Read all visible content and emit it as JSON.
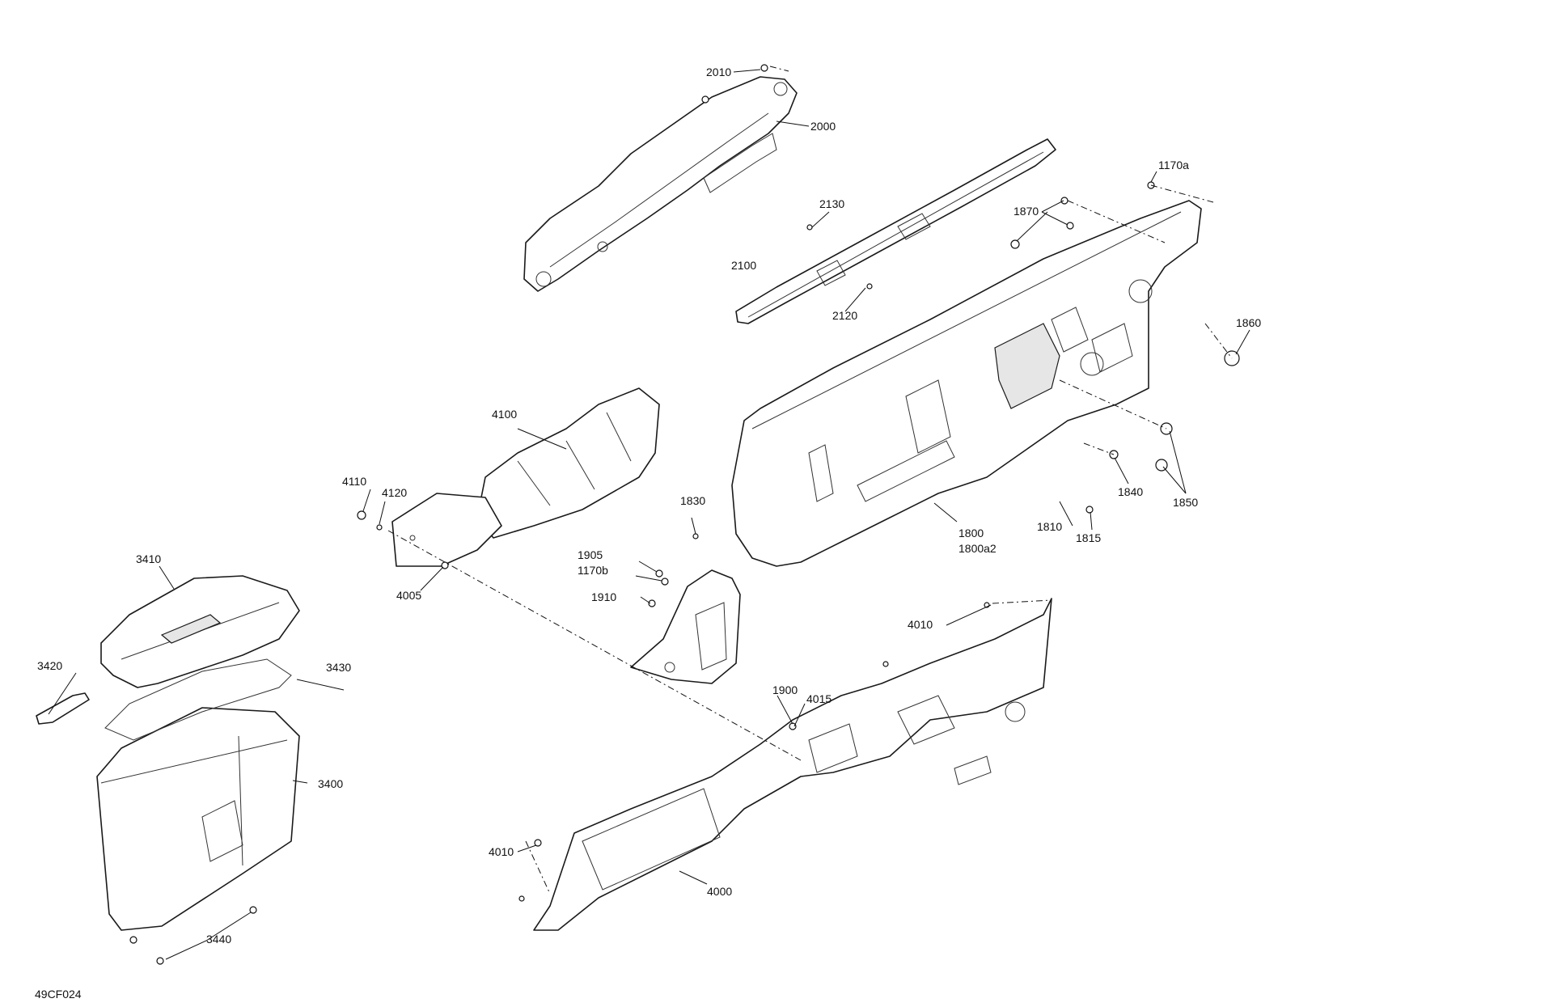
{
  "drawing_ref": "49CF024",
  "callouts": {
    "c2010": "2010",
    "c2000": "2000",
    "c2130": "2130",
    "c2100": "2100",
    "c2120": "2120",
    "c1170a": "1170a",
    "c1870": "1870",
    "c1860": "1860",
    "c4100": "4100",
    "c4110": "4110",
    "c4120": "4120",
    "c4005": "4005",
    "c1830": "1830",
    "c1905": "1905",
    "c1170b": "1170b",
    "c1910": "1910",
    "c1840": "1840",
    "c1850": "1850",
    "c1800": "1800",
    "c1800a2": "1800a2",
    "c1810": "1810",
    "c1815": "1815",
    "c3410": "3410",
    "c3420": "3420",
    "c3430": "3430",
    "c3400": "3400",
    "c3440": "3440",
    "c4010a": "4010",
    "c4010b": "4010",
    "c1900": "1900",
    "c4015": "4015",
    "c4000": "4000"
  }
}
